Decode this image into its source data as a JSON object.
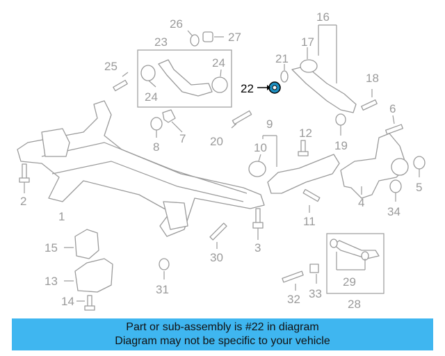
{
  "callouts": {
    "c1": "1",
    "c2": "2",
    "c3": "3",
    "c4": "4",
    "c5": "5",
    "c6": "6",
    "c7": "7",
    "c8": "8",
    "c9": "9",
    "c10": "10",
    "c11": "11",
    "c12": "12",
    "c13": "13",
    "c14": "14",
    "c15": "15",
    "c16": "16",
    "c17": "17",
    "c18": "18",
    "c19": "19",
    "c20": "20",
    "c21": "21",
    "c22": "22",
    "c23": "23",
    "c24a": "24",
    "c24b": "24",
    "c25": "25",
    "c26": "26",
    "c27": "27",
    "c28": "28",
    "c29": "29",
    "c30": "30",
    "c31": "31",
    "c32": "32",
    "c33": "33",
    "c34": "34"
  },
  "highlight_part": "22",
  "colors": {
    "banner": "#3fb6f0",
    "highlight": "#1e8fc0",
    "lines": "#9a9a9a"
  },
  "banner": {
    "line1": "Part or sub-assembly is #22 in diagram",
    "line2": "Diagram may not be specific to your vehicle"
  }
}
